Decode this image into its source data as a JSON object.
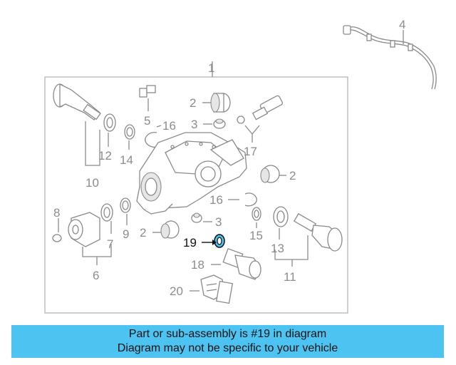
{
  "callouts": {
    "c1": "1",
    "c2a": "2",
    "c2b": "2",
    "c2c": "2",
    "c3a": "3",
    "c3b": "3",
    "c4": "4",
    "c5": "5",
    "c6": "6",
    "c7": "7",
    "c8": "8",
    "c9": "9",
    "c10": "10",
    "c11": "11",
    "c12": "12",
    "c13": "13",
    "c14": "14",
    "c15": "15",
    "c16a": "16",
    "c16b": "16",
    "c17": "17",
    "c18": "18",
    "c19": "19",
    "c20": "20"
  },
  "highlight": {
    "part_number": "19",
    "color": "#4dc3f1"
  },
  "banner": {
    "line1": "Part or sub-assembly is #19 in diagram",
    "line2": "Diagram may not be specific to your vehicle"
  }
}
